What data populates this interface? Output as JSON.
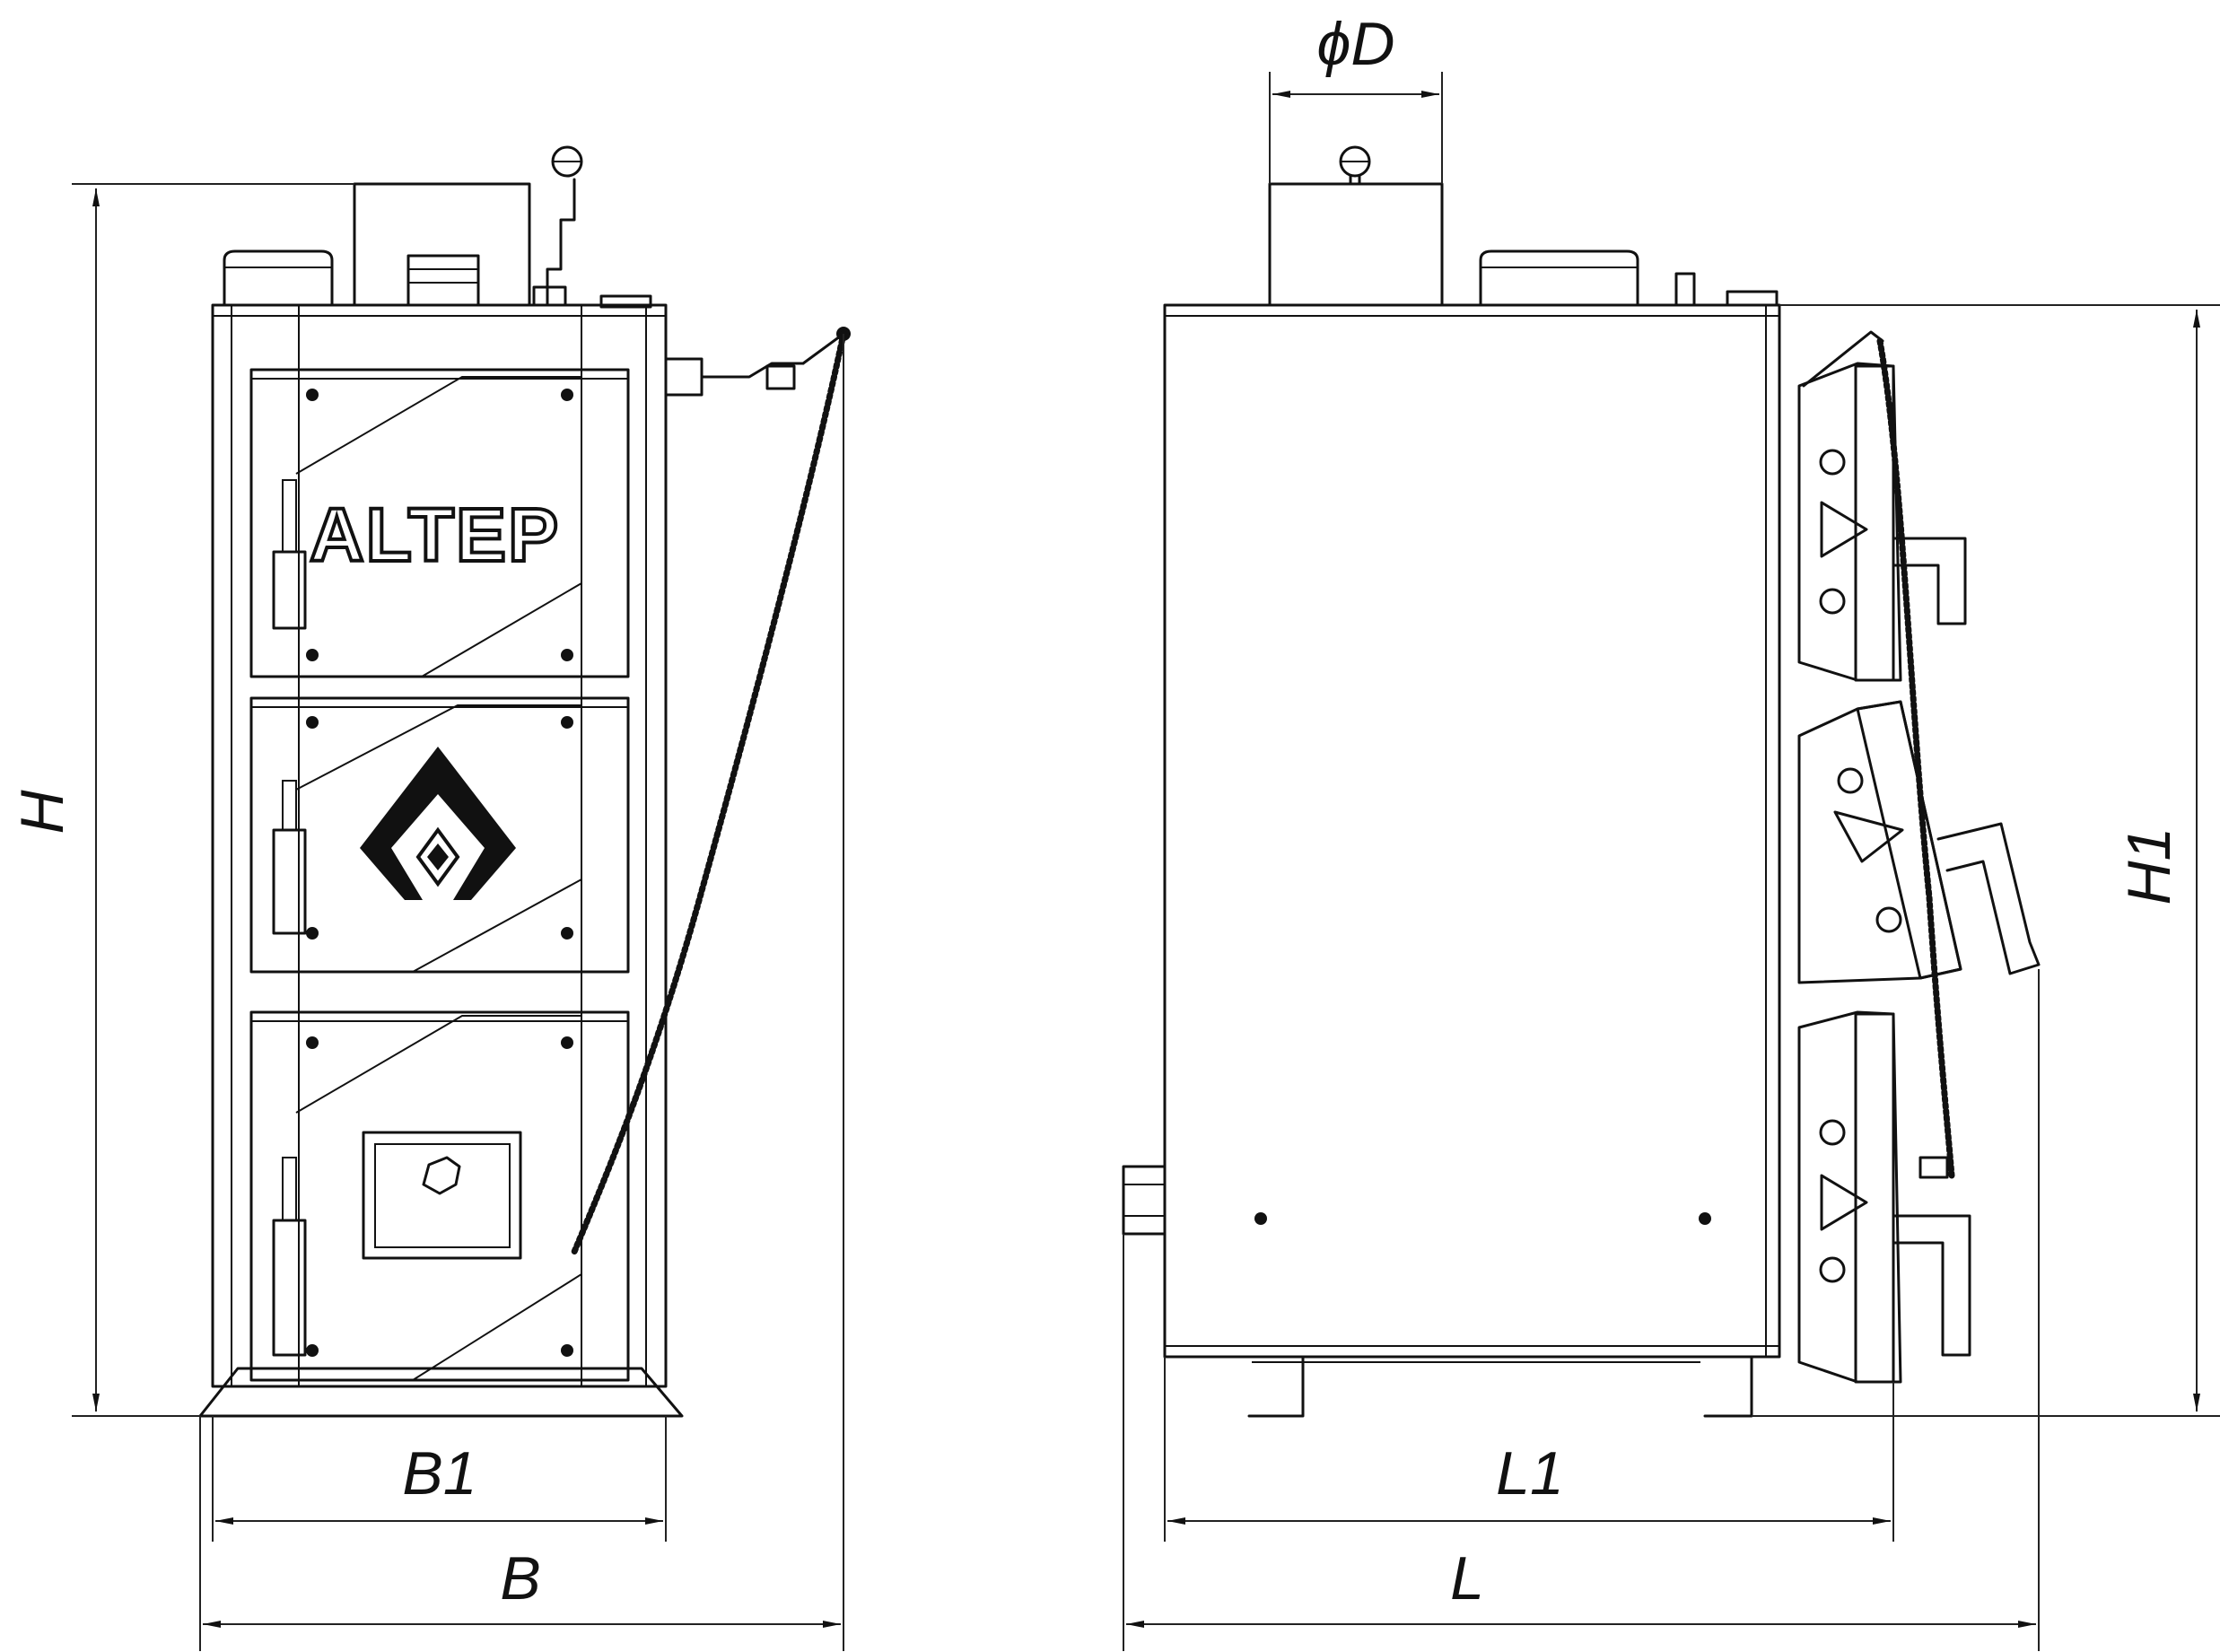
{
  "brand": {
    "logo_text": "ALTEP"
  },
  "dimensions": {
    "height": "H",
    "height_side": "H1",
    "width_inner": "B1",
    "width": "B",
    "length_inner": "L1",
    "length": "L",
    "flue_diameter": "ϕD"
  },
  "colors": {
    "line": "#111111",
    "background": "#ffffff"
  }
}
